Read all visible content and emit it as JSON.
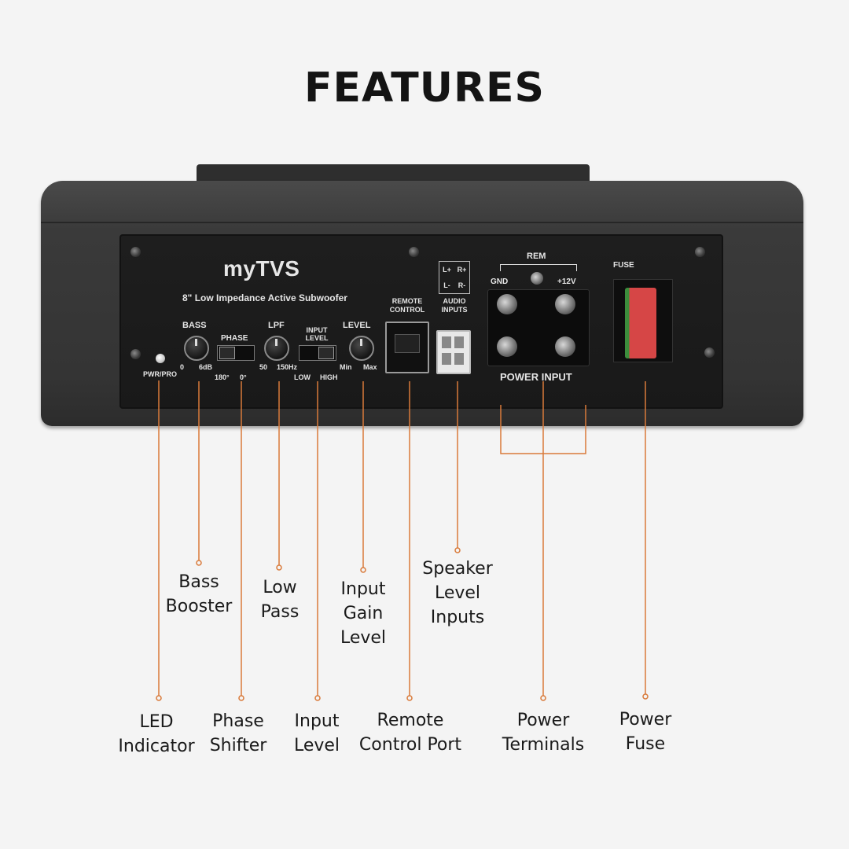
{
  "title": "FEATURES",
  "colors": {
    "accent_line": "#d97a3a",
    "background": "#f4f4f4",
    "device": "#383838"
  },
  "device": {
    "brand": "myTVS",
    "model": "8\" Low Impedance Active Subwoofer",
    "panel_labels": {
      "bass": "BASS",
      "bass_min": "0",
      "bass_max": "6dB",
      "phase": "PHASE",
      "phase_a": "180°",
      "phase_b": "0°",
      "lpf": "LPF",
      "lpf_min": "50",
      "lpf_max": "150Hz",
      "input_level": "INPUT LEVEL",
      "input_low": "LOW",
      "input_high": "HIGH",
      "level": "LEVEL",
      "level_min": "Min",
      "level_max": "Max",
      "remote_control": "REMOTE CONTROL",
      "audio_inputs": "AUDIO INPUTS",
      "rem": "REM",
      "gnd": "GND",
      "plus12v": "+12V",
      "power_input": "POWER INPUT",
      "fuse": "FUSE",
      "pwr_pro": "PWR/PRO",
      "lr_grid": [
        "L+",
        "R+",
        "L-",
        "R-"
      ]
    }
  },
  "callouts": [
    {
      "id": "led",
      "text": "LED\nIndicator"
    },
    {
      "id": "bass",
      "text": "Bass\nBooster"
    },
    {
      "id": "phase",
      "text": "Phase\nShifter"
    },
    {
      "id": "lowpass",
      "text": "Low\nPass"
    },
    {
      "id": "inputlevel",
      "text": "Input\nLevel"
    },
    {
      "id": "gain",
      "text": "Input\nGain\nLevel"
    },
    {
      "id": "remote",
      "text": "Remote\nControl Port"
    },
    {
      "id": "speaker",
      "text": "Speaker\nLevel\nInputs"
    },
    {
      "id": "terminals",
      "text": "Power\nTerminals"
    },
    {
      "id": "fuse",
      "text": "Power\nFuse"
    }
  ]
}
